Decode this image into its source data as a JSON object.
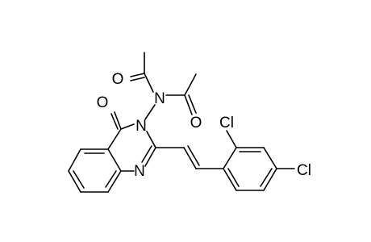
{
  "molecule": {
    "atoms": {
      "o_acetyl_left": "O",
      "n_imide": "N",
      "o_acetyl_right": "O",
      "o_carbonyl": "O",
      "n3_ring": "N",
      "n1_ring": "N",
      "cl_ortho": "Cl",
      "cl_para": "Cl"
    }
  }
}
